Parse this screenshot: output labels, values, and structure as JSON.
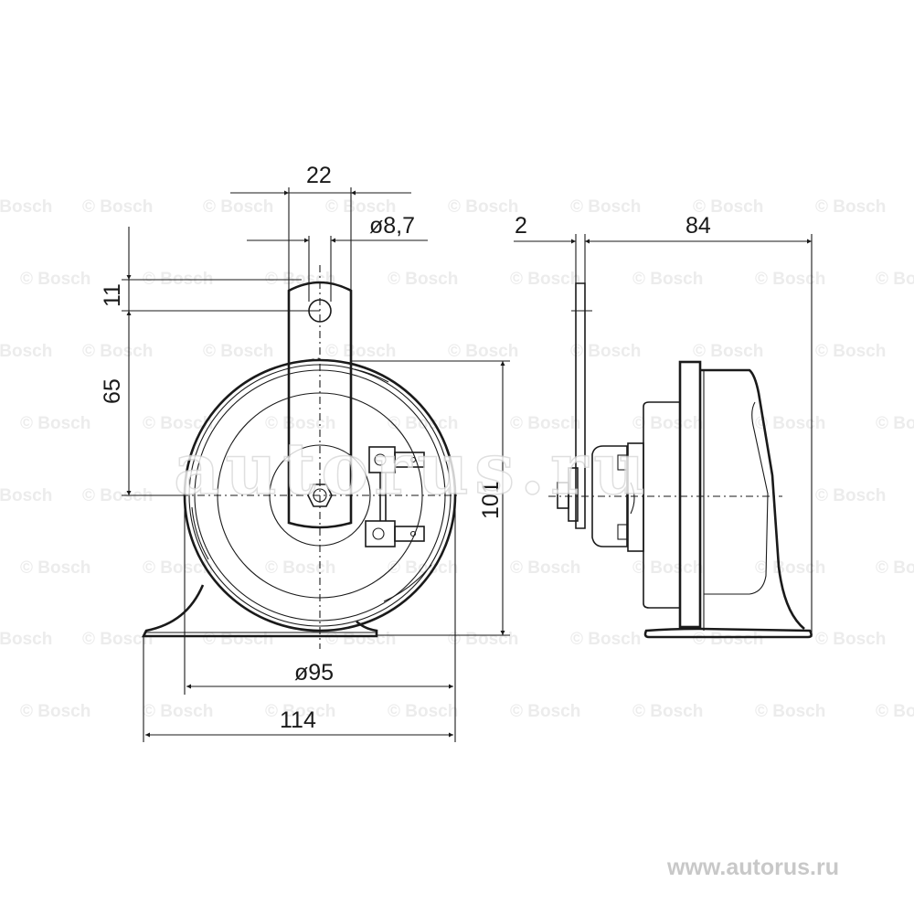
{
  "drawing": {
    "subject": "Bosch electric horn dimensional drawing",
    "views": [
      "front-view",
      "side-view"
    ],
    "dimensions": {
      "bracket_width": "22",
      "hole_diameter": "ø8,7",
      "hole_offset_top": "11",
      "hole_to_center": "65",
      "total_height": "101",
      "horn_diameter": "ø95",
      "base_width": "114",
      "bracket_thickness": "2",
      "depth": "84"
    },
    "watermarks": {
      "repeat_text": "© Bosch",
      "center_text": "autorus.ru"
    },
    "footer": {
      "site_url": "www.autorus.ru"
    },
    "colors": {
      "line": "#1a1a1a",
      "watermark": "#ececec",
      "site_text": "#c8c8c8"
    }
  }
}
